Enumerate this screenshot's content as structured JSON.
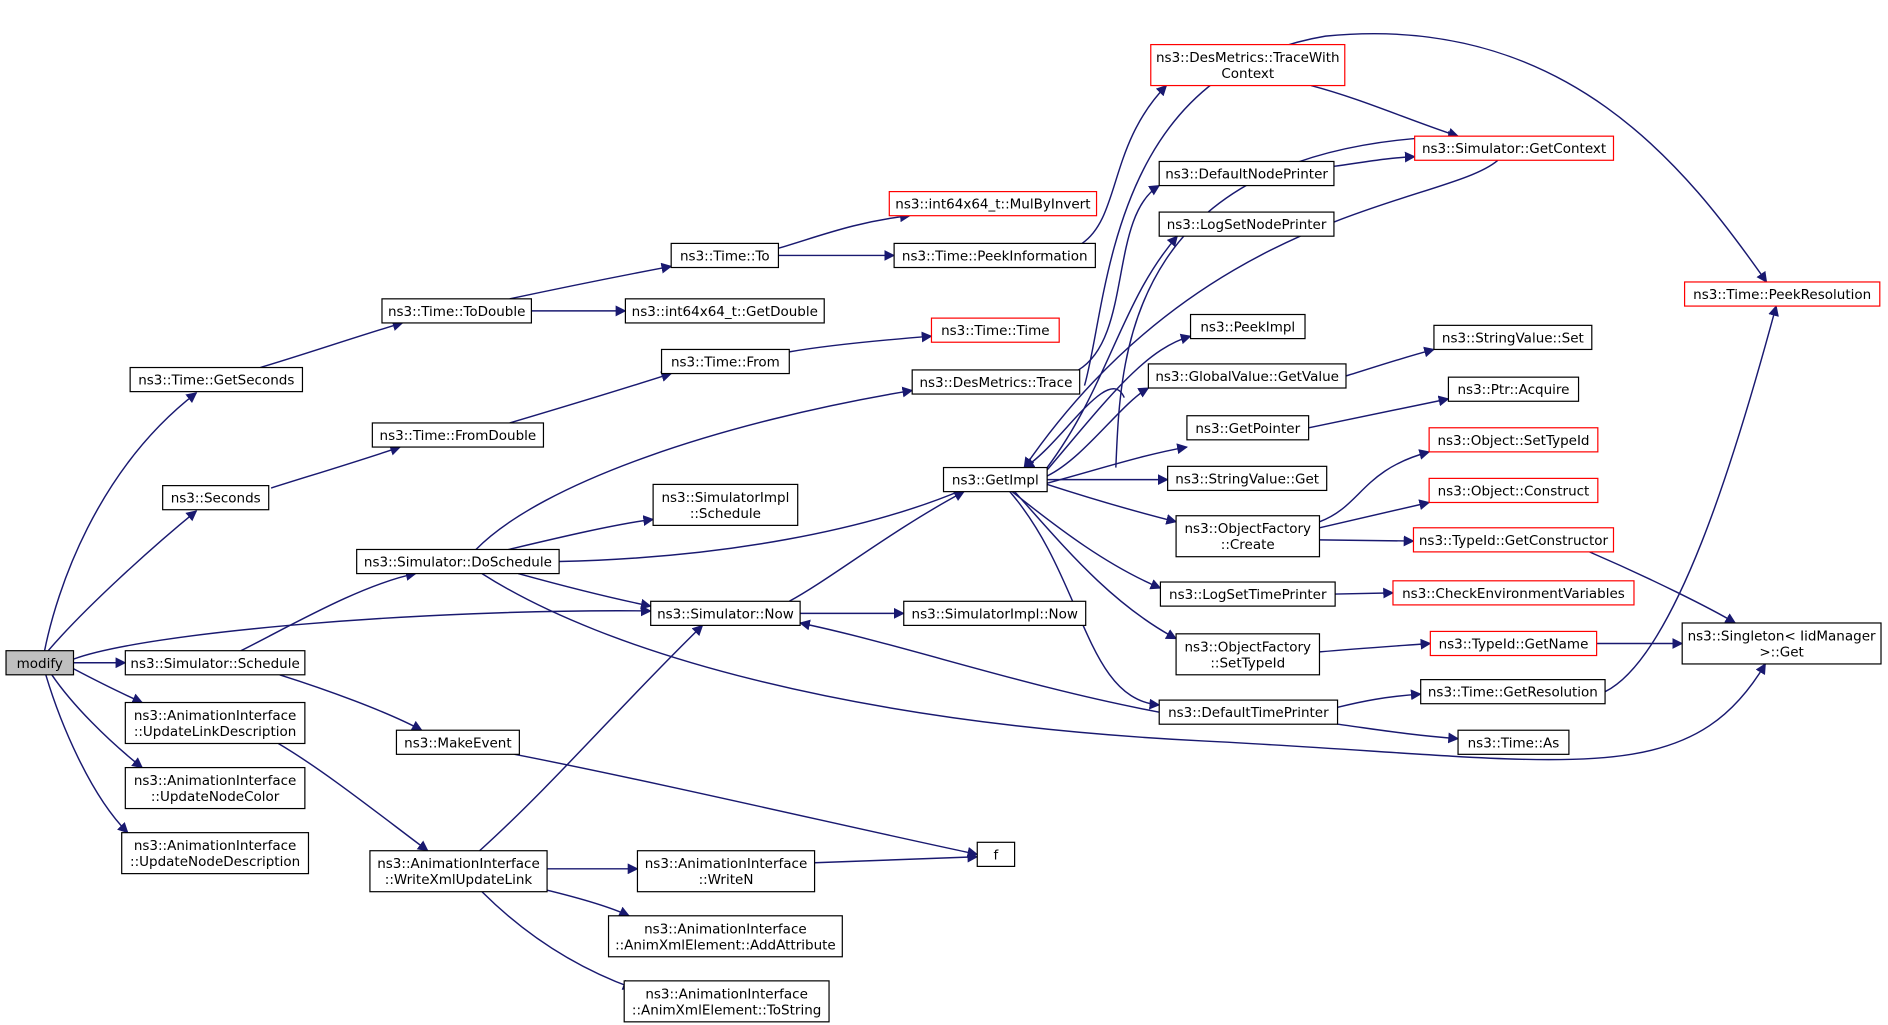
{
  "colors": {
    "edge": "#191970",
    "missing_doc_border": "#ff0000",
    "root_fill": "#bfbfbf"
  },
  "nodes": [
    {
      "id": "modify",
      "lines": [
        "modify"
      ],
      "style": "root"
    },
    {
      "id": "get-seconds",
      "lines": [
        "ns3::Time::GetSeconds"
      ]
    },
    {
      "id": "seconds",
      "lines": [
        "ns3::Seconds"
      ]
    },
    {
      "id": "simulator-schedule",
      "lines": [
        "ns3::Simulator::Schedule"
      ]
    },
    {
      "id": "ai-update-link-description",
      "lines": [
        "ns3::AnimationInterface",
        "::UpdateLinkDescription"
      ]
    },
    {
      "id": "ai-update-node-color",
      "lines": [
        "ns3::AnimationInterface",
        "::UpdateNodeColor"
      ]
    },
    {
      "id": "ai-update-node-description",
      "lines": [
        "ns3::AnimationInterface",
        "::UpdateNodeDescription"
      ]
    },
    {
      "id": "to-double",
      "lines": [
        "ns3::Time::ToDouble"
      ]
    },
    {
      "id": "from-double",
      "lines": [
        "ns3::Time::FromDouble"
      ]
    },
    {
      "id": "simulator-do-schedule",
      "lines": [
        "ns3::Simulator::DoSchedule"
      ]
    },
    {
      "id": "make-event",
      "lines": [
        "ns3::MakeEvent"
      ]
    },
    {
      "id": "ai-write-xml-update-link",
      "lines": [
        "ns3::AnimationInterface",
        "::WriteXmlUpdateLink"
      ]
    },
    {
      "id": "time-to",
      "lines": [
        "ns3::Time::To"
      ]
    },
    {
      "id": "int64-get-double",
      "lines": [
        "ns3::int64x64_t::GetDouble"
      ]
    },
    {
      "id": "time-from",
      "lines": [
        "ns3::Time::From"
      ]
    },
    {
      "id": "simulatorimpl-schedule",
      "lines": [
        "ns3::SimulatorImpl",
        "::Schedule"
      ]
    },
    {
      "id": "simulator-now",
      "lines": [
        "ns3::Simulator::Now"
      ]
    },
    {
      "id": "ai-write-n",
      "lines": [
        "ns3::AnimationInterface",
        "::WriteN"
      ]
    },
    {
      "id": "ai-add-attribute",
      "lines": [
        "ns3::AnimationInterface",
        "::AnimXmlElement::AddAttribute"
      ]
    },
    {
      "id": "ai-to-string",
      "lines": [
        "ns3::AnimationInterface",
        "::AnimXmlElement::ToString"
      ]
    },
    {
      "id": "mul-by-invert",
      "lines": [
        "ns3::int64x64_t::MulByInvert"
      ],
      "style": "red"
    },
    {
      "id": "peek-information",
      "lines": [
        "ns3::Time::PeekInformation"
      ]
    },
    {
      "id": "time-time",
      "lines": [
        "ns3::Time::Time"
      ],
      "style": "red"
    },
    {
      "id": "desmetrics-trace",
      "lines": [
        "ns3::DesMetrics::Trace"
      ]
    },
    {
      "id": "get-impl",
      "lines": [
        "ns3::GetImpl"
      ]
    },
    {
      "id": "simulatorimpl-now",
      "lines": [
        "ns3::SimulatorImpl::Now"
      ]
    },
    {
      "id": "f",
      "lines": [
        "f"
      ]
    },
    {
      "id": "desmetrics-trace-with-context",
      "lines": [
        "ns3::DesMetrics::TraceWith",
        "Context"
      ],
      "style": "red"
    },
    {
      "id": "default-node-printer",
      "lines": [
        "ns3::DefaultNodePrinter"
      ]
    },
    {
      "id": "log-set-node-printer",
      "lines": [
        "ns3::LogSetNodePrinter"
      ]
    },
    {
      "id": "peek-impl",
      "lines": [
        "ns3::PeekImpl"
      ]
    },
    {
      "id": "global-value-get-value",
      "lines": [
        "ns3::GlobalValue::GetValue"
      ]
    },
    {
      "id": "get-pointer",
      "lines": [
        "ns3::GetPointer"
      ]
    },
    {
      "id": "string-value-get",
      "lines": [
        "ns3::StringValue::Get"
      ]
    },
    {
      "id": "object-factory-create",
      "lines": [
        "ns3::ObjectFactory",
        "::Create"
      ]
    },
    {
      "id": "log-set-time-printer",
      "lines": [
        "ns3::LogSetTimePrinter"
      ]
    },
    {
      "id": "object-factory-set-type-id",
      "lines": [
        "ns3::ObjectFactory",
        "::SetTypeId"
      ]
    },
    {
      "id": "default-time-printer",
      "lines": [
        "ns3::DefaultTimePrinter"
      ]
    },
    {
      "id": "simulator-get-context",
      "lines": [
        "ns3::Simulator::GetContext"
      ],
      "style": "red"
    },
    {
      "id": "string-value-set",
      "lines": [
        "ns3::StringValue::Set"
      ]
    },
    {
      "id": "ptr-acquire",
      "lines": [
        "ns3::Ptr::Acquire"
      ]
    },
    {
      "id": "object-set-type-id",
      "lines": [
        "ns3::Object::SetTypeId"
      ],
      "style": "red"
    },
    {
      "id": "object-construct",
      "lines": [
        "ns3::Object::Construct"
      ],
      "style": "red"
    },
    {
      "id": "type-id-get-constructor",
      "lines": [
        "ns3::TypeId::GetConstructor"
      ],
      "style": "red"
    },
    {
      "id": "check-environment-variables",
      "lines": [
        "ns3::CheckEnvironmentVariables"
      ],
      "style": "red"
    },
    {
      "id": "type-id-get-name",
      "lines": [
        "ns3::TypeId::GetName"
      ],
      "style": "red"
    },
    {
      "id": "time-get-resolution",
      "lines": [
        "ns3::Time::GetResolution"
      ]
    },
    {
      "id": "time-as",
      "lines": [
        "ns3::Time::As"
      ]
    },
    {
      "id": "time-peek-resolution",
      "lines": [
        "ns3::Time::PeekResolution"
      ],
      "style": "red"
    },
    {
      "id": "singleton-get",
      "lines": [
        "ns3::Singleton< IidManager",
        ">::Get"
      ]
    }
  ]
}
